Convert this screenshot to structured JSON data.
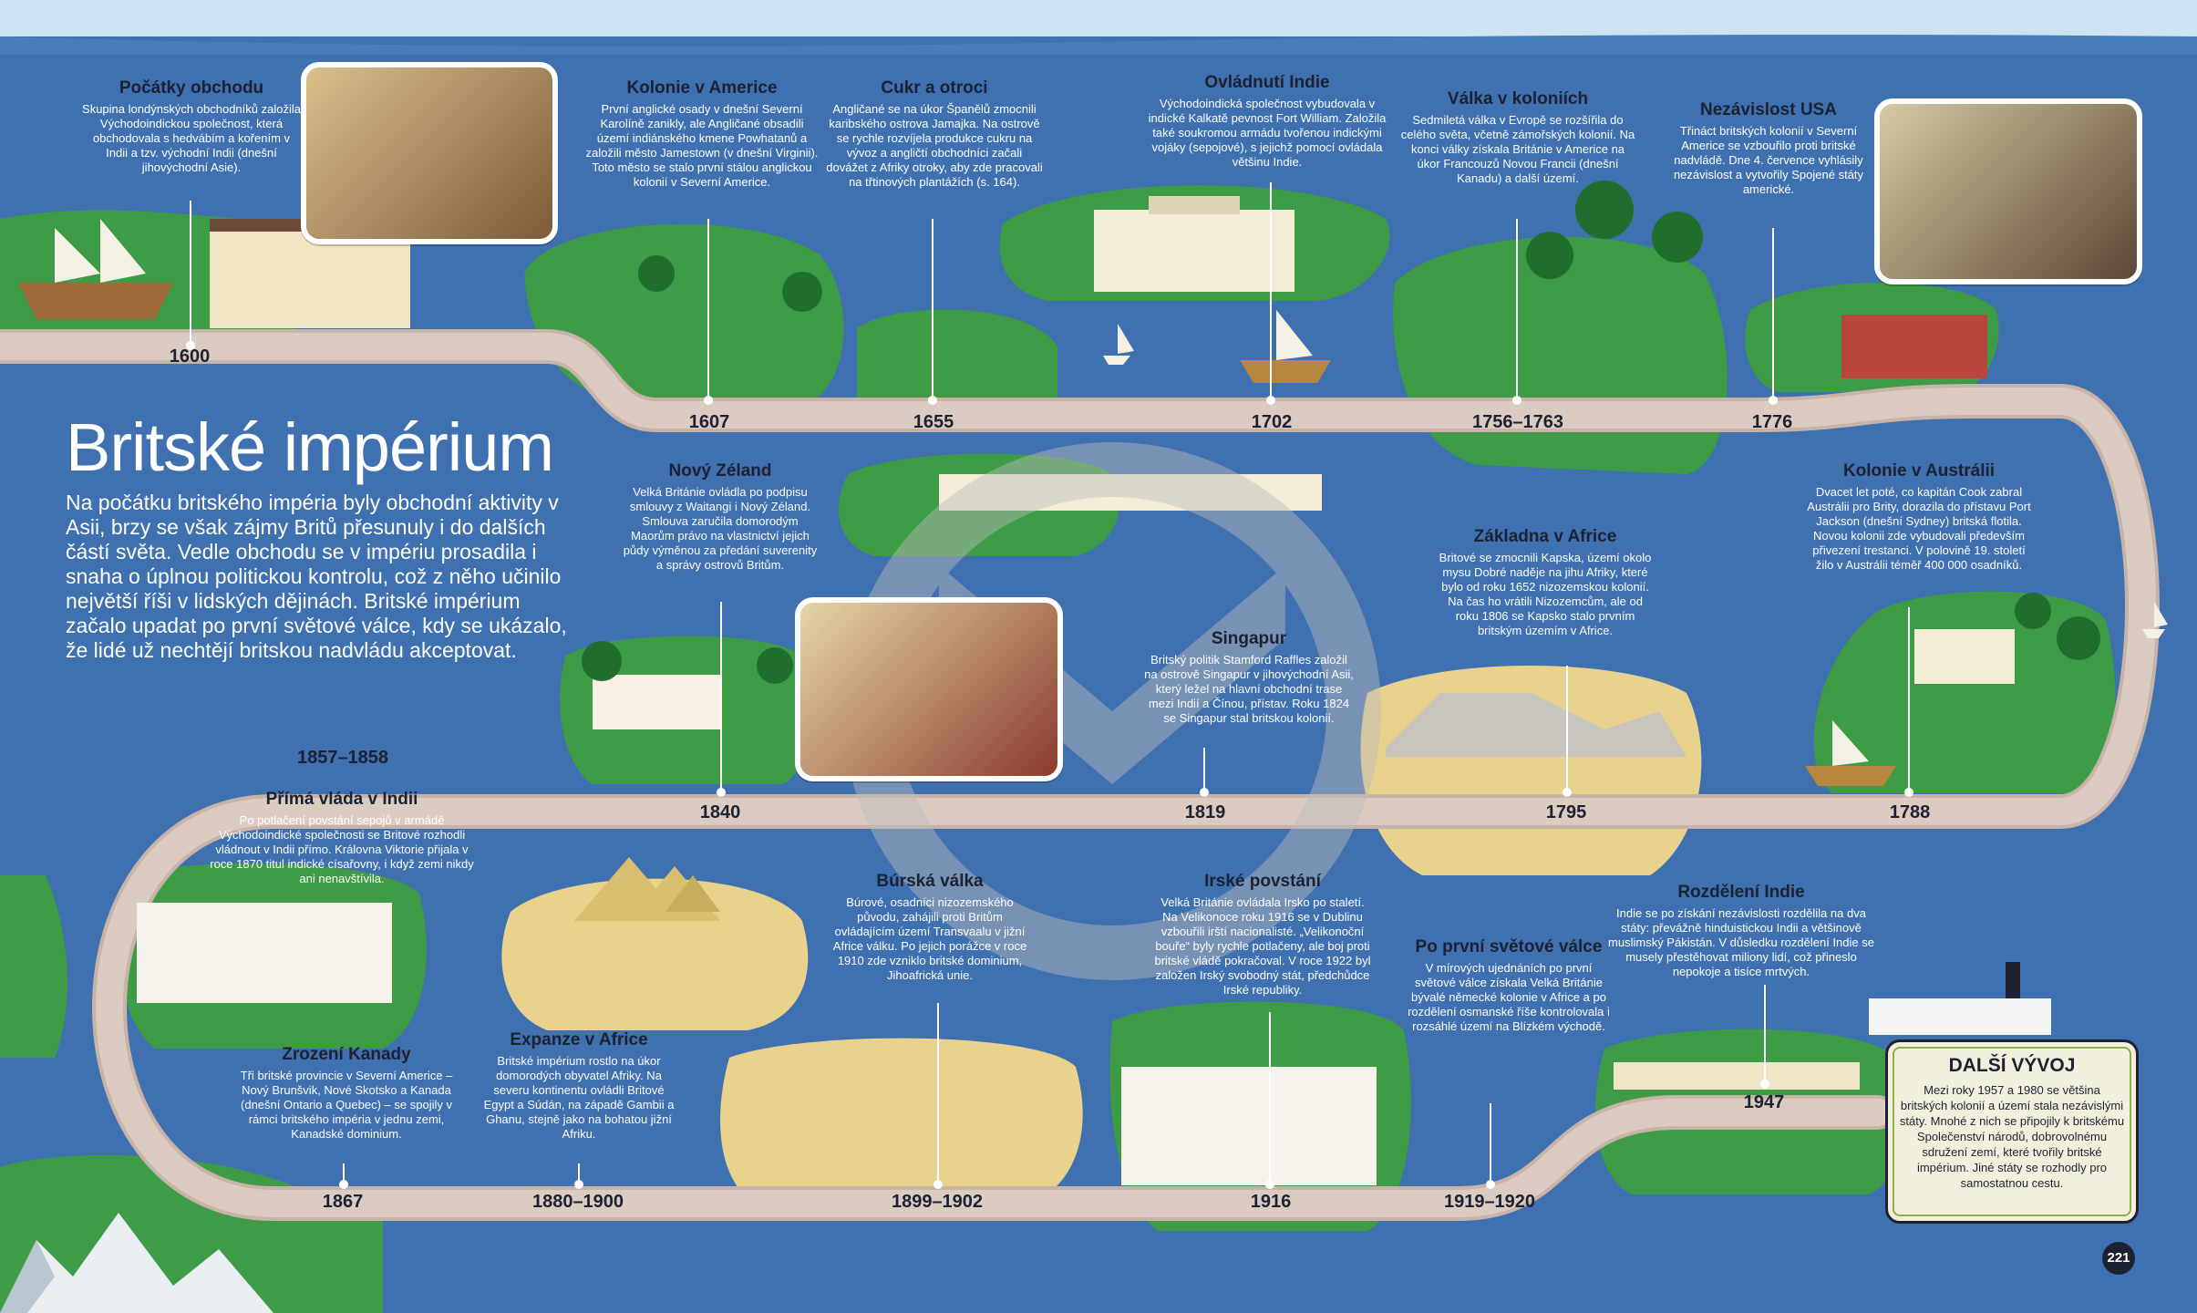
{
  "title": "Britské impérium",
  "intro": "Na počátku britského impéria byly obchodní aktivity v Asii, brzy se však zájmy Britů přesunuly i do dalších částí světa. Vedle obchodu se v impériu prosadila i snaha o úplnou politickou kontrolu, což z něho učinilo největší říši v lidských dějinách. Britské impérium začalo upadat po první světové válce, kdy se ukázalo, že lidé už nechtějí britskou nadvládu akceptovat.",
  "colors": {
    "sea": "#3f70b0",
    "road": "#d8c4b8",
    "land": "#3e9b46",
    "desert": "#e8d28c",
    "dark": "#1d2233"
  },
  "events": [
    {
      "id": "pocatky",
      "year": "1600",
      "title": "Počátky obchodu",
      "text": "Skupina londýnských obchodníků založila Východoindickou společnost, která obchodovala s hedvábím a kořením v Indii a tzv. východní Indii (dnešní jihovýchodní Asie)."
    },
    {
      "id": "kolonie-amerika",
      "year": "1607",
      "title": "Kolonie v Americe",
      "text": "První anglické osady v dnešní Severní Karolíně zanikly, ale Angličané obsadili území indiánského kmene Powhatanů a založili město Jamestown (v dnešní Virginii). Toto město se stalo první stálou anglickou kolonií v Severní Americe."
    },
    {
      "id": "cukr",
      "year": "1655",
      "title": "Cukr a otroci",
      "text": "Angličané se na úkor Španělů zmocnili karibského ostrova Jamajka. Na ostrově se rychle rozvíjela produkce cukru na vývoz a angličtí obchodníci začali dovážet z Afriky otroky, aby zde pracovali na třtinových plantážích (s. 164)."
    },
    {
      "id": "indie",
      "year": "1702",
      "title": "Ovládnutí Indie",
      "text": "Východoindická společnost vybudovala v indické Kalkatě pevnost Fort William. Založila také soukromou armádu tvořenou indickými vojáky (sepojové), s jejichž pomocí ovládala většinu Indie."
    },
    {
      "id": "valka",
      "year": "1756–1763",
      "title": "Válka v koloniích",
      "text": "Sedmiletá válka v Evropě se rozšířila do celého světa, včetně zámořských kolonií. Na konci války získala Británie v Americe na úkor Francouzů Novou Francii (dnešní Kanadu) a další území."
    },
    {
      "id": "usa",
      "year": "1776",
      "title": "Nezávislost USA",
      "text": "Třináct britských kolonií v Severní Americe se vzbouřilo proti britské nadvládě. Dne 4. července vyhlásily nezávislost a vytvořily Spojené státy americké."
    },
    {
      "id": "zeland",
      "year": "1840",
      "title": "Nový Zéland",
      "text": "Velká Británie ovládla po podpisu smlouvy z Waitangi i Nový Zéland. Smlouva zaručila domorodým Maorům právo na vlastnictví jejich půdy výměnou za předání suverenity a správy ostrovů Britům."
    },
    {
      "id": "singapur",
      "year": "1819",
      "title": "Singapur",
      "text": "Britský politik Stamford Raffles založil na ostrově Singapur v jihovýchodní Asii, který ležel na hlavní obchodní trase mezi Indií a Čínou, přístav. Roku 1824 se Singapur stal britskou kolonií."
    },
    {
      "id": "afrika-zakladna",
      "year": "1795",
      "title": "Základna v Africe",
      "text": "Britové se zmocnili Kapska, území okolo mysu Dobré naděje na jihu Afriky, které bylo od roku 1652 nizozemskou kolonií. Na čas ho vrátili Nizozemcům, ale od roku 1806 se Kapsko stalo prvním britským územím v Africe."
    },
    {
      "id": "australie",
      "year": "1788",
      "title": "Kolonie v Austrálii",
      "text": "Dvacet let poté, co kapitán Cook zabral Austrálii pro Brity, dorazila do přístavu Port Jackson (dnešní Sydney) britská flotila. Novou kolonii zde vybudovali především přivezení trestanci. V polovině 19. století žilo v Austrálii téměř 400 000 osadníků."
    },
    {
      "id": "prima-vlada",
      "year": "1857–1858",
      "title": "Přímá vláda v Indii",
      "text": "Po potlačení povstání sepojů v armádě Východoindické společnosti se Britové rozhodli vládnout v Indii přímo. Královna Viktorie přijala v roce 1870 titul indické císařovny, i když zemi nikdy ani nenavštívila."
    },
    {
      "id": "kanada",
      "year": "1867",
      "title": "Zrození Kanady",
      "text": "Tři britské provincie v Severní Americe – Nový Brunšvik, Nové Skotsko a Kanada (dnešní Ontario a Quebec) – se spojily v rámci britského impéria v jednu zemi, Kanadské dominium."
    },
    {
      "id": "expanze-afrika",
      "year": "1880–1900",
      "title": "Expanze v Africe",
      "text": "Britské impérium rostlo na úkor domorodých obyvatel Afriky. Na severu kontinentu ovládli Britové Egypt a Súdán, na západě Gambii a Ghanu, stejně jako na bohatou jižní Afriku."
    },
    {
      "id": "burska",
      "year": "1899–1902",
      "title": "Búrská válka",
      "text": "Búrové, osadníci nizozemského původu, zahájili proti Britům ovládajícím území Transvaalu v jižní Africe válku. Po jejich porážce v roce 1910 zde vzniklo britské dominium, Jihoafrická unie."
    },
    {
      "id": "irske",
      "year": "1916",
      "title": "Irské povstání",
      "text": "Velká Británie ovládala Irsko po staletí. Na Velikonoce roku 1916 se v Dublinu vzbouřili irští nacionalisté. „Velikonoční bouře“ byly rychle potlačeny, ale boj proti britské vládě pokračoval. V roce 1922 byl založen Irský svobodný stát, předchůdce Irské republiky."
    },
    {
      "id": "po-valce",
      "year": "1919–1920",
      "title": "Po první světové válce",
      "text": "V mírových ujednáních po první světové válce získala Velká Británie bývalé německé kolonie v Africe a po rozdělení osmanské říše kontrolovala i rozsáhlé území na Blízkém východě."
    },
    {
      "id": "rozdeleni",
      "year": "1947",
      "title": "Rozdělení Indie",
      "text": "Indie se po získání nezávislosti rozdělila na dva státy: převážně hinduistickou Indii a většinově muslimský Pákistán. V důsledku rozdělení Indie se musely přestěhovat miliony lidí, což přineslo nepokoje a tisíce mrtvých."
    }
  ],
  "next": {
    "title": "DALŠÍ VÝVOJ",
    "text": "Mezi roky 1957 a 1980 se většina britských kolonií a území stala nezávislými státy. Mnohé z nich se připojily k britskému Společenství národů, dobrovolnému sdružení zemí, které tvořily britské impérium. Jiné státy se rozhodly pro samostatnou cestu."
  },
  "page_number": "221"
}
